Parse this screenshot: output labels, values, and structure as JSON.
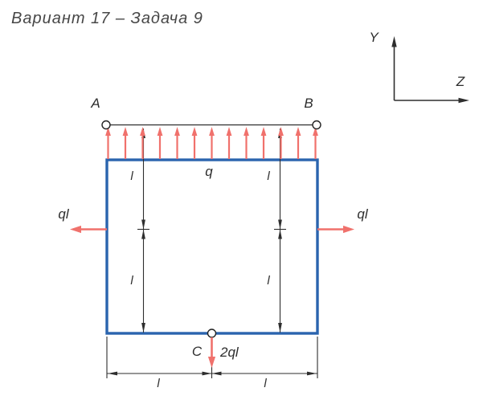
{
  "title": "Вариант 17 – Задача 9",
  "colors": {
    "frame": "#2a64ae",
    "load": "#f0716c",
    "ink": "#2e2e2e",
    "title_ink": "#474747"
  },
  "axes": {
    "y_label": "Y",
    "z_label": "Z"
  },
  "frame": {
    "point_a": "A",
    "point_b": "B",
    "point_c": "C"
  },
  "loads": {
    "distributed": {
      "label": "q",
      "arrow_count": 13
    },
    "left_force": "ql",
    "right_force": "ql",
    "bottom_force": "2ql"
  },
  "dimensions": {
    "left_upper": "l",
    "left_lower": "l",
    "right_upper": "l",
    "right_lower": "l",
    "bottom_left": "l",
    "bottom_right": "l"
  }
}
